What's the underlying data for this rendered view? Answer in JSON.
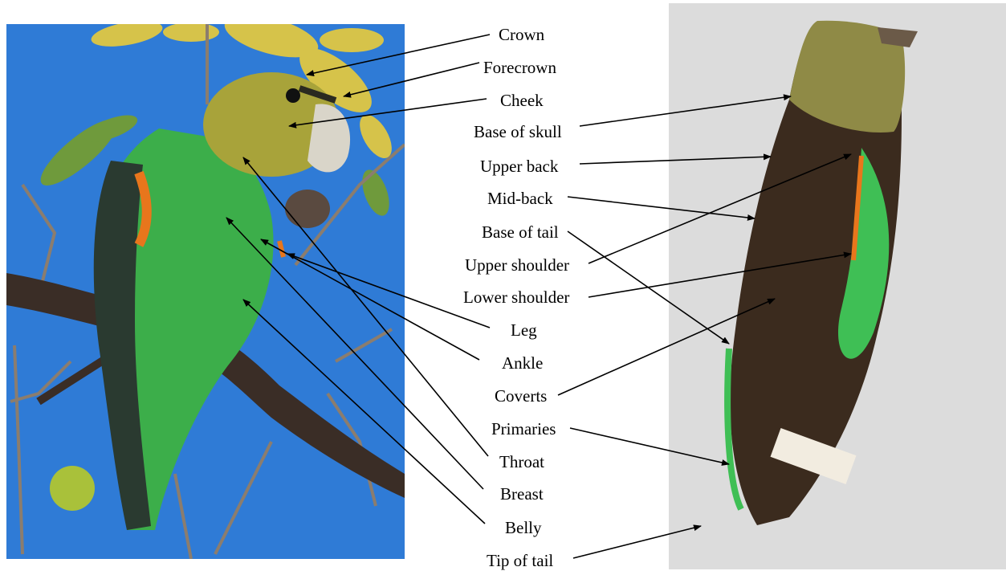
{
  "colors": {
    "sky": "#2f7bd6",
    "leaf_yellow": "#d6c34a",
    "bird_green": "#3cae4a",
    "bird_dark": "#2a3a30",
    "head_olive": "#a8a33a",
    "orange": "#e8761c",
    "branch": "#3a2d26",
    "specimen_bg": "#dcdcdc",
    "specimen_brown": "#3b2b1e",
    "specimen_green": "#3fbf55"
  },
  "labels": {
    "crown": "Crown",
    "forecrown": "Forecrown",
    "cheek": "Cheek",
    "base_of_skull": "Base of skull",
    "upper_back": "Upper back",
    "mid_back": "Mid-back",
    "base_of_tail": "Base of tail",
    "upper_shoulder": "Upper shoulder",
    "lower_shoulder": "Lower shoulder",
    "leg": "Leg",
    "ankle": "Ankle",
    "coverts": "Coverts",
    "primaries": "Primaries",
    "throat": "Throat",
    "breast": "Breast",
    "belly": "Belly",
    "tip_of_tail": "Tip of tail"
  }
}
